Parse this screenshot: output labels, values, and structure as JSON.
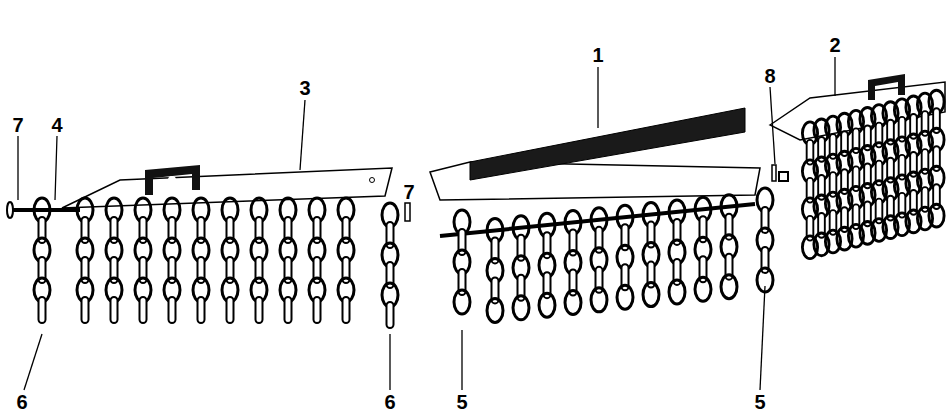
{
  "diagram": {
    "labels": [
      "7",
      "4",
      "3",
      "7",
      "1",
      "8",
      "2",
      "6",
      "6",
      "5",
      "5"
    ]
  }
}
